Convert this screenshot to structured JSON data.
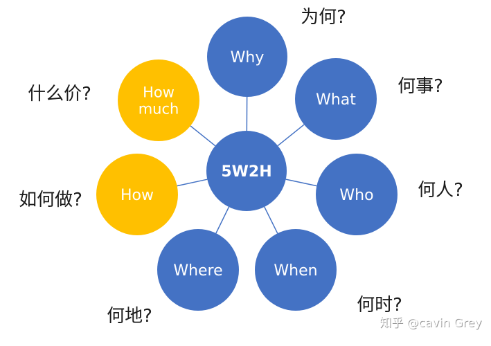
{
  "center": {
    "label": "5W2H"
  },
  "nodes": [
    {
      "id": "why",
      "label_lines": [
        "Why"
      ],
      "annotation": "为何?",
      "color": "#4472C4"
    },
    {
      "id": "what",
      "label_lines": [
        "What"
      ],
      "annotation": "何事?",
      "color": "#4472C4"
    },
    {
      "id": "who",
      "label_lines": [
        "Who"
      ],
      "annotation": "何人?",
      "color": "#4472C4"
    },
    {
      "id": "when",
      "label_lines": [
        "When"
      ],
      "annotation": "何时?",
      "color": "#4472C4"
    },
    {
      "id": "where",
      "label_lines": [
        "Where"
      ],
      "annotation": "何地?",
      "color": "#4472C4"
    },
    {
      "id": "how",
      "label_lines": [
        "How"
      ],
      "annotation": "如何做?",
      "color": "#FFC000"
    },
    {
      "id": "how-much",
      "label_lines": [
        "How",
        "much"
      ],
      "annotation": "什么价?",
      "color": "#FFC000"
    }
  ],
  "colors": {
    "blue": "#4472C4",
    "gold": "#FFC000",
    "connector": "#4472C4"
  },
  "watermark": "知乎 @cavin Grey"
}
